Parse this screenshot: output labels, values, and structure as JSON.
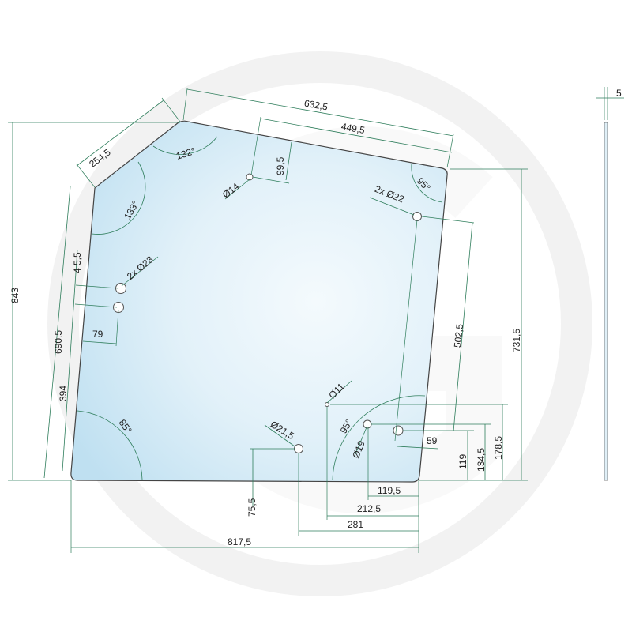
{
  "colors": {
    "dimension_line": "#2e7d5b",
    "glass_light": "#f2f9fd",
    "glass_dark": "#bfe0f1",
    "outline": "#444444",
    "watermark": "#f0f0f0"
  },
  "dimensions": {
    "top_edge": "632,5",
    "top_hole_offset": "449,5",
    "chamfer_edge": "254,5",
    "total_height": "843",
    "left_edge": "690,5",
    "left_lower": "394",
    "left_hole_spacing": "4 5,5",
    "left_hole_inset": "79",
    "top_hole_depth": "99,5",
    "right_edge": "731,5",
    "right_hole_height": "502,5",
    "bottom_hole_inset": "59",
    "h119": "119",
    "h134": "134,5",
    "h178": "178,5",
    "w119": "119,5",
    "w212": "212,5",
    "w281": "281",
    "bottom_hole_height": "75,5",
    "bottom_width": "817,5",
    "thickness": "5"
  },
  "angles": {
    "a132": "132°",
    "a133": "133°",
    "a85": "85°",
    "a95_top": "95°",
    "a95_bottom": "95°"
  },
  "holes": {
    "d14": "Ø14",
    "d22": "2x Ø22",
    "d23": "2x Ø23",
    "d11": "Ø11",
    "d19": "Ø19",
    "d21": "Ø21,5"
  }
}
